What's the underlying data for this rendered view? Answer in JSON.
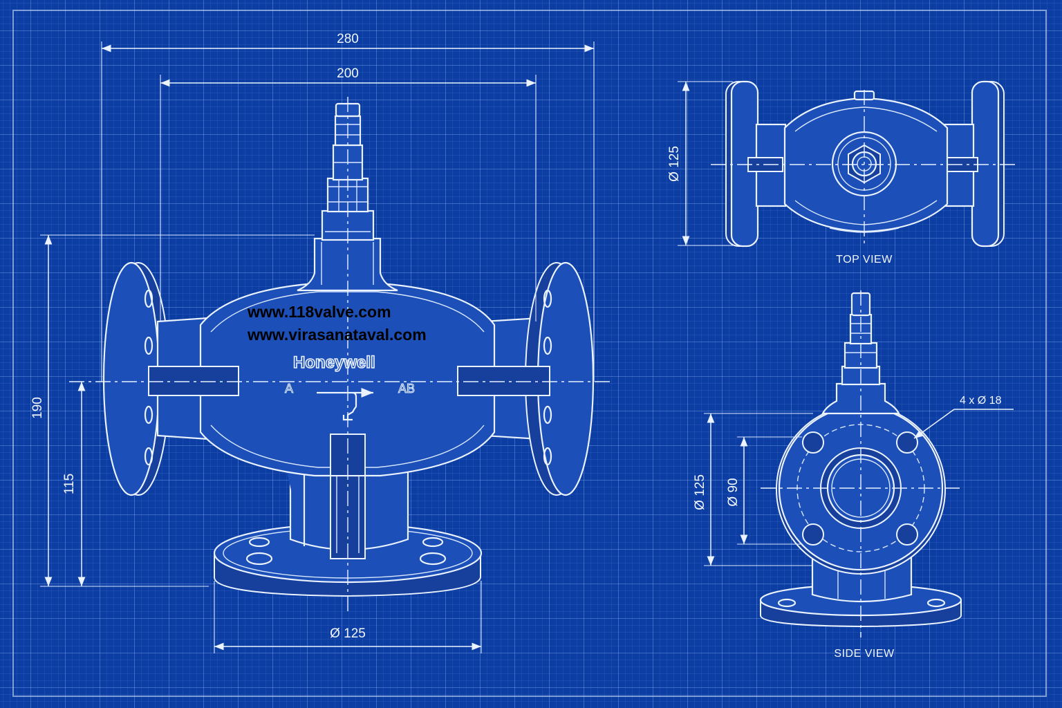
{
  "front_view": {
    "dim_overall_width": "280",
    "dim_face_to_face": "200",
    "dim_total_height": "190",
    "dim_center_height": "115",
    "dim_base_flange": "Ø 125",
    "port_a": "A",
    "port_ab": "AB",
    "brand": "Honeywell"
  },
  "watermark": {
    "line1": "www.118valve.com",
    "line2": "www.virasanataval.com"
  },
  "top_view": {
    "label": "TOP VIEW",
    "dim_flange": "Ø 125"
  },
  "side_view": {
    "label": "SIDE VIEW",
    "dim_flange": "Ø 125",
    "dim_bolt_circle": "Ø 90",
    "dim_holes": "4 x Ø 18"
  },
  "colors": {
    "background": "#0c3da3",
    "line": "#eaf3ff",
    "watermark": "#000000"
  }
}
